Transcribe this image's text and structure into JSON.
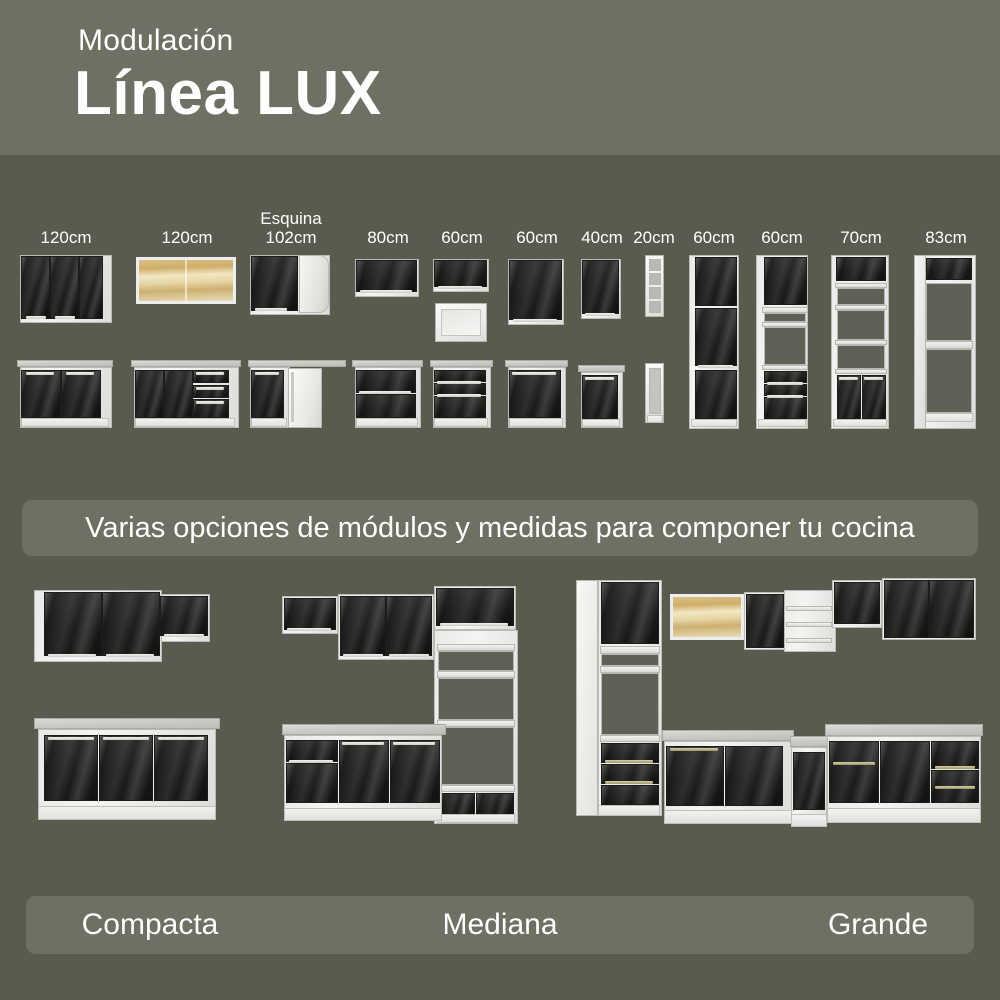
{
  "header": {
    "kicker": "Modulación",
    "brand": "Línea LUX",
    "band_color": "#6d7163"
  },
  "background_color": "#5b5a4f",
  "modules": {
    "items": [
      {
        "label": "120cm",
        "sub": "",
        "name": "module-120cm-wall-3door-base-2door"
      },
      {
        "label": "120cm",
        "sub": "",
        "name": "module-120cm-glass-wall-base-3door-drawers"
      },
      {
        "label": "102cm",
        "sub": "Esquina",
        "name": "module-102cm-corner"
      },
      {
        "label": "80cm",
        "sub": "",
        "name": "module-80cm"
      },
      {
        "label": "60cm",
        "sub": "",
        "name": "module-60cm-wall-plus-open-box"
      },
      {
        "label": "60cm",
        "sub": "",
        "name": "module-60cm-tall-door"
      },
      {
        "label": "40cm",
        "sub": "",
        "name": "module-40cm"
      },
      {
        "label": "20cm",
        "sub": "",
        "name": "module-20cm-open-shelf"
      },
      {
        "label": "60cm",
        "sub": "",
        "name": "module-60cm-pantry-3door"
      },
      {
        "label": "60cm",
        "sub": "",
        "name": "module-60cm-pantry-oven-drawers"
      },
      {
        "label": "70cm",
        "sub": "",
        "name": "module-70cm-pantry-shelves"
      },
      {
        "label": "83cm",
        "sub": "",
        "name": "module-83cm-tall-open"
      }
    ]
  },
  "mid_banner": {
    "text": "Varias opciones de módulos y medidas para componer tu cocina"
  },
  "scenes": {
    "labels": [
      {
        "text": "Compacta",
        "name": "scene-label-compacta"
      },
      {
        "text": "Mediana",
        "name": "scene-label-mediana"
      },
      {
        "text": "Grande",
        "name": "scene-label-grande"
      }
    ]
  }
}
